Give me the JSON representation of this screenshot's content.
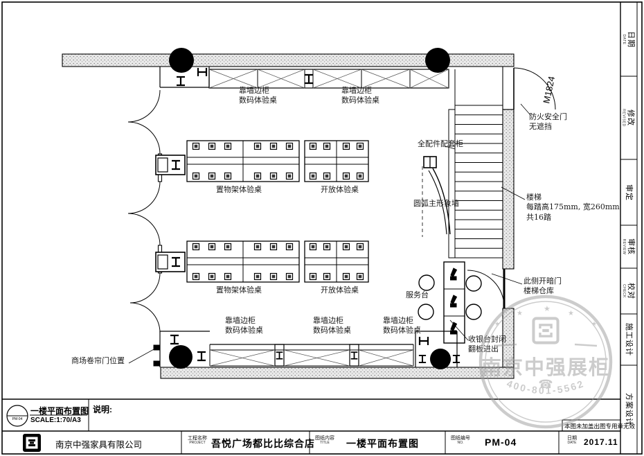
{
  "sheet": {
    "company": "南京中强家具有限公司",
    "note_stamp": "本图未加盖出图专用章无效",
    "notes_label": "说明:"
  },
  "legend": {
    "code": "PM-04",
    "title": "一楼平面布置图",
    "scale": "SCALE:1:70/A3"
  },
  "fields": {
    "project_label": "工程名称",
    "project_sub": "PROJECT",
    "project_value": "吾悦广场都比比综合店",
    "title_label": "图纸内容",
    "title_sub": "TITLE",
    "title_value": "一楼平面布置图",
    "no_label": "图纸编号",
    "no_sub": "NO.",
    "no_value": "PM-04",
    "date_label": "日期",
    "date_sub": "DATE",
    "date_value": "2017.11"
  },
  "side_strip": [
    {
      "label": "日期",
      "sub": "DATE"
    },
    {
      "label": "修改",
      "sub": "REVISED"
    },
    {
      "label": "审定",
      "sub": ""
    },
    {
      "label": "审核",
      "sub": "REVIEW"
    },
    {
      "label": "校对",
      "sub": "CHECK"
    },
    {
      "label": "施工设计",
      "sub": ""
    },
    {
      "label": "方案设计",
      "sub": ""
    }
  ],
  "plan": {
    "labels": {
      "top_cabinet_left": "靠墙边柜\n数码体验桌",
      "top_cabinet_right": "靠墙边柜\n数码体验桌",
      "shelf_table_1": "置物架体验桌",
      "open_table_1": "开放体验桌",
      "shelf_table_2": "置物架体验桌",
      "open_table_2": "开放体验桌",
      "accessory_cabinet": "全配件配套柜",
      "arc_feature_wall": "圆弧主形象墙",
      "stairs": "楼梯\n每踏高175mm, 宽260mm\n共16踏",
      "fire_door": "防火安全门\n无遮挡",
      "door_code": "M1824",
      "hidden_door": "此侧开暗门\n楼梯仓库",
      "service_desk": "服务台",
      "cashier": "收银台封闭\n翻板进出",
      "bottom_cabinet_1": "靠墙边柜\n数码体验桌",
      "bottom_cabinet_2": "靠墙边柜\n数码体验桌",
      "bottom_cabinet_3": "靠墙边柜\n数码体验桌",
      "shutter_door": "商场卷帘门位置"
    }
  },
  "watermark": {
    "name": "南京中强展柜",
    "phone": "400-801-5562",
    "phone_icon": "☎",
    "star": "★"
  },
  "colors": {
    "line": "#000000",
    "hatch": "#8a8a8a",
    "watermark": "#9b9b9b"
  }
}
